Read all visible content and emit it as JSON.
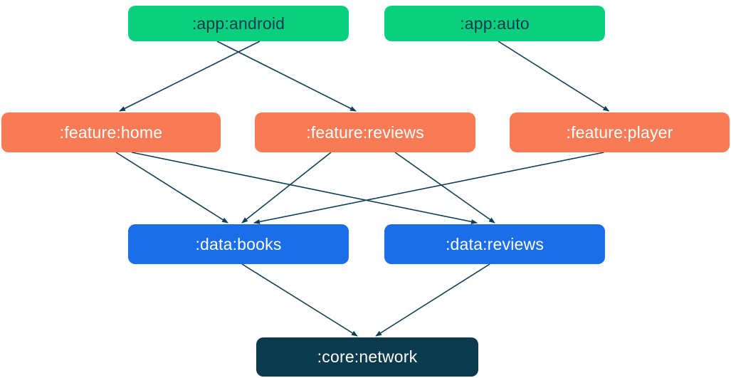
{
  "diagram": {
    "type": "module-dependency-graph",
    "nodes": [
      {
        "id": "app_android",
        "label": ":app:android",
        "group": "app"
      },
      {
        "id": "app_auto",
        "label": ":app:auto",
        "group": "app"
      },
      {
        "id": "feature_home",
        "label": ":feature:home",
        "group": "feature"
      },
      {
        "id": "feature_reviews",
        "label": ":feature:reviews",
        "group": "feature"
      },
      {
        "id": "feature_player",
        "label": ":feature:player",
        "group": "feature"
      },
      {
        "id": "data_books",
        "label": ":data:books",
        "group": "data"
      },
      {
        "id": "data_reviews",
        "label": ":data:reviews",
        "group": "data"
      },
      {
        "id": "core_network",
        "label": ":core:network",
        "group": "core"
      }
    ],
    "edges": [
      {
        "from": "app_android",
        "to": "feature_home"
      },
      {
        "from": "app_android",
        "to": "feature_reviews"
      },
      {
        "from": "app_auto",
        "to": "feature_player"
      },
      {
        "from": "feature_home",
        "to": "data_books"
      },
      {
        "from": "feature_home",
        "to": "data_reviews"
      },
      {
        "from": "feature_reviews",
        "to": "data_books"
      },
      {
        "from": "feature_reviews",
        "to": "data_reviews"
      },
      {
        "from": "feature_player",
        "to": "data_books"
      },
      {
        "from": "data_books",
        "to": "core_network"
      },
      {
        "from": "data_reviews",
        "to": "core_network"
      }
    ],
    "colors": {
      "app_box": "#0ACF7F",
      "feature_box": "#F87B55",
      "data_box": "#1B6EE8",
      "core_box": "#0C3A4D",
      "arrow": "#0F3E57",
      "app_text": "#0C3A4D",
      "light_text": "#FFFFFF"
    }
  }
}
